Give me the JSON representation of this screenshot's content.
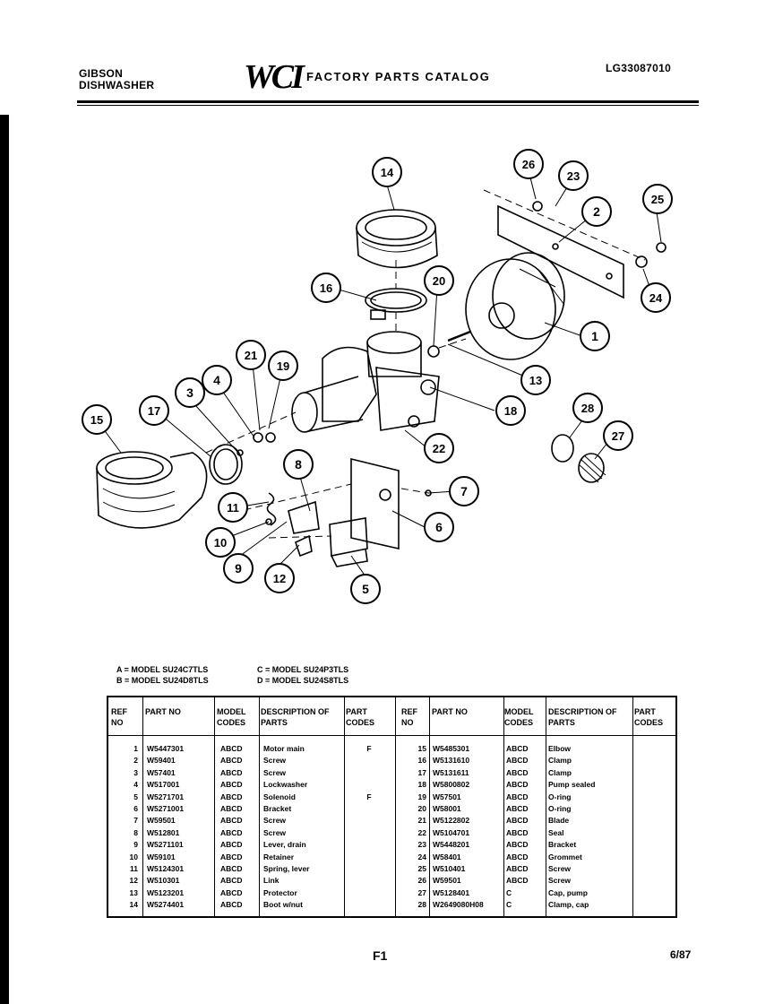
{
  "header": {
    "brand_line1": "GIBSON",
    "brand_line2": "DISHWASHER",
    "logo": "WCI",
    "catalog_title": "FACTORY PARTS CATALOG",
    "catalog_number": "LG33087010"
  },
  "callouts": [
    "1",
    "2",
    "3",
    "4",
    "5",
    "6",
    "7",
    "8",
    "9",
    "10",
    "11",
    "12",
    "13",
    "14",
    "15",
    "16",
    "17",
    "18",
    "19",
    "20",
    "21",
    "22",
    "23",
    "24",
    "25",
    "26",
    "27",
    "28"
  ],
  "legend": {
    "a": "A = MODEL SU24C7TLS",
    "b": "B = MODEL SU24D8TLS",
    "c": "C = MODEL SU24P3TLS",
    "d": "D = MODEL SU24S8TLS"
  },
  "table": {
    "headers": {
      "ref": "REF NO",
      "part": "PART NO",
      "model": "MODEL CODES",
      "desc": "DESCRIPTION OF PARTS",
      "codes": "PART CODES"
    },
    "left_rows": [
      {
        "ref": "1",
        "part": "W5447301",
        "model": "ABCD",
        "desc": "Motor main",
        "code": "F"
      },
      {
        "ref": "2",
        "part": "W59401",
        "model": "ABCD",
        "desc": "Screw",
        "code": ""
      },
      {
        "ref": "3",
        "part": "W57401",
        "model": "ABCD",
        "desc": "Screw",
        "code": ""
      },
      {
        "ref": "4",
        "part": "W517001",
        "model": "ABCD",
        "desc": "Lockwasher",
        "code": ""
      },
      {
        "ref": "5",
        "part": "W5271701",
        "model": "ABCD",
        "desc": "Solenoid",
        "code": "F"
      },
      {
        "ref": "6",
        "part": "W5271001",
        "model": "ABCD",
        "desc": "Bracket",
        "code": ""
      },
      {
        "ref": "7",
        "part": "W59501",
        "model": "ABCD",
        "desc": "Screw",
        "code": ""
      },
      {
        "ref": "8",
        "part": "W512801",
        "model": "ABCD",
        "desc": "Screw",
        "code": ""
      },
      {
        "ref": "9",
        "part": "W5271101",
        "model": "ABCD",
        "desc": "Lever, drain",
        "code": ""
      },
      {
        "ref": "10",
        "part": "W59101",
        "model": "ABCD",
        "desc": "Retainer",
        "code": ""
      },
      {
        "ref": "11",
        "part": "W5124301",
        "model": "ABCD",
        "desc": "Spring, lever",
        "code": ""
      },
      {
        "ref": "12",
        "part": "W510301",
        "model": "ABCD",
        "desc": "Link",
        "code": ""
      },
      {
        "ref": "13",
        "part": "W5123201",
        "model": "ABCD",
        "desc": "Protector",
        "code": ""
      },
      {
        "ref": "14",
        "part": "W5274401",
        "model": "ABCD",
        "desc": "Boot w/nut",
        "code": ""
      }
    ],
    "right_rows": [
      {
        "ref": "15",
        "part": "W5485301",
        "model": "ABCD",
        "desc": "Elbow",
        "code": ""
      },
      {
        "ref": "16",
        "part": "W5131610",
        "model": "ABCD",
        "desc": "Clamp",
        "code": ""
      },
      {
        "ref": "17",
        "part": "W5131611",
        "model": "ABCD",
        "desc": "Clamp",
        "code": ""
      },
      {
        "ref": "18",
        "part": "W5800802",
        "model": "ABCD",
        "desc": "Pump sealed",
        "code": ""
      },
      {
        "ref": "19",
        "part": "W57501",
        "model": "ABCD",
        "desc": "O-ring",
        "code": ""
      },
      {
        "ref": "20",
        "part": "W58001",
        "model": "ABCD",
        "desc": "O-ring",
        "code": ""
      },
      {
        "ref": "21",
        "part": "W5122802",
        "model": "ABCD",
        "desc": "Blade",
        "code": ""
      },
      {
        "ref": "22",
        "part": "W5104701",
        "model": "ABCD",
        "desc": "Seal",
        "code": ""
      },
      {
        "ref": "23",
        "part": "W5448201",
        "model": "ABCD",
        "desc": "Bracket",
        "code": ""
      },
      {
        "ref": "24",
        "part": "W58401",
        "model": "ABCD",
        "desc": "Grommet",
        "code": ""
      },
      {
        "ref": "25",
        "part": "W510401",
        "model": "ABCD",
        "desc": "Screw",
        "code": ""
      },
      {
        "ref": "26",
        "part": "W59501",
        "model": "ABCD",
        "desc": "Screw",
        "code": ""
      },
      {
        "ref": "27",
        "part": "W5128401",
        "model": "C",
        "desc": "Cap, pump",
        "code": ""
      },
      {
        "ref": "28",
        "part": "W2649080H08",
        "model": "C",
        "desc": "Clamp, cap",
        "code": ""
      }
    ]
  },
  "footer": {
    "page": "F1",
    "date": "6/87"
  }
}
